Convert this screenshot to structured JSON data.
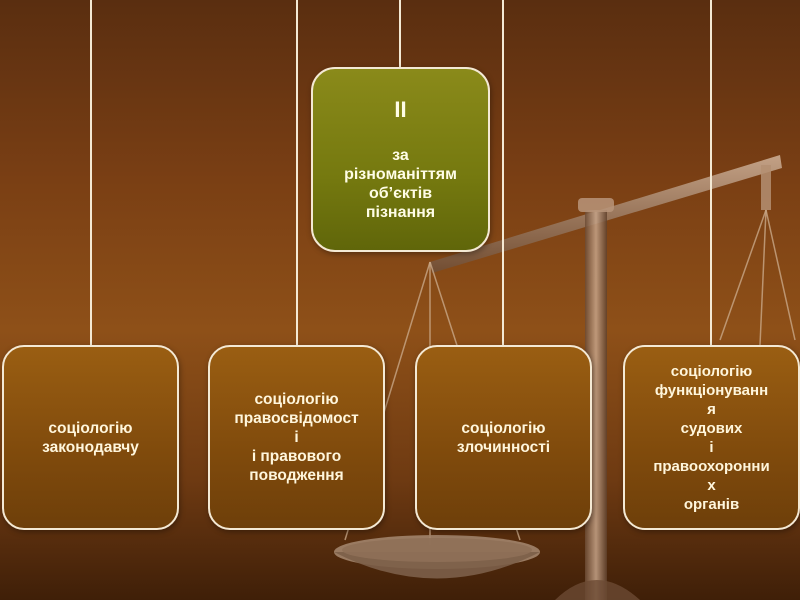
{
  "center": {
    "number": "II",
    "text": "за\nрізноманіттям\nоб’єктів\nпізнання"
  },
  "boxes": [
    {
      "text": "соціологію\nзаконодавчу"
    },
    {
      "text": "соціологію\nправосвідомост\nі\nі правового\nповодження"
    },
    {
      "text": "соціологію\nзлочинності"
    },
    {
      "text": "соціологію\nфункціонуванн\nя\nсудових\nі\nправоохоронни\nх\nорганів"
    }
  ],
  "colors": {
    "background": "#7a3f14",
    "box_fill": "#8a520e",
    "center_fill": "#75790f",
    "line": "#f4e9d4"
  }
}
